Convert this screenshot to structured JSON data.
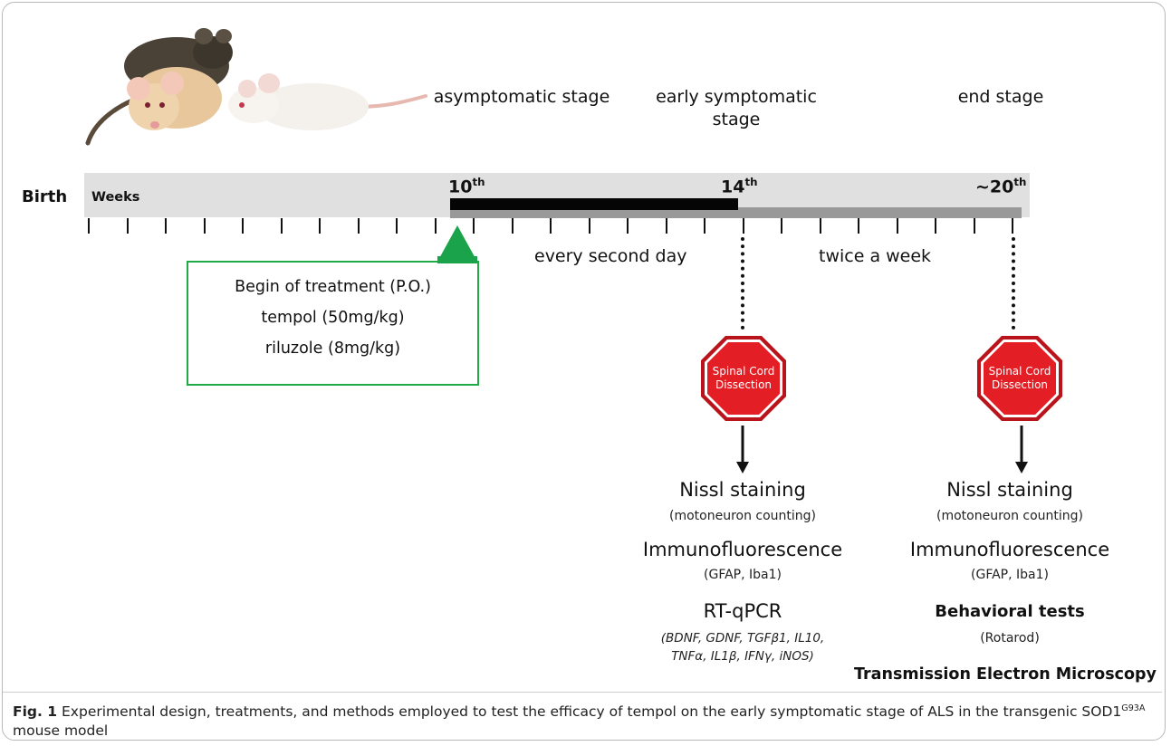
{
  "stages": {
    "asymptomatic": "asymptomatic stage",
    "early_symptomatic": "early symptomatic stage",
    "end": "end stage"
  },
  "timeline": {
    "birth_label": "Birth",
    "weeks_label": "Weeks",
    "week10": "10",
    "week14": "14",
    "week20_prefix": "~20",
    "ordinal_suffix": "th",
    "tick_count": 25
  },
  "frequency": {
    "first_phase": "every second day",
    "second_phase": "twice a week"
  },
  "treatment_box": {
    "line1": "Begin of treatment (P.O.)",
    "line2": "tempol (50mg/kg)",
    "line3": "riluzole (8mg/kg)"
  },
  "stop_sign": {
    "line1": "Spinal Cord",
    "line2": "Dissection"
  },
  "left_methods": {
    "nissl": "Nissl staining",
    "nissl_sub": "(motoneuron counting)",
    "immuno": "Immunofluorescence",
    "immuno_sub": "(GFAP, Iba1)",
    "rtqpcr": "RT-qPCR",
    "rtqpcr_sub1": "(BDNF, GDNF, TGFβ1, IL10,",
    "rtqpcr_sub2": "TNFα, IL1β, IFNγ, iNOS)"
  },
  "right_methods": {
    "nissl": "Nissl staining",
    "nissl_sub": "(motoneuron counting)",
    "immuno": "Immunofluorescence",
    "immuno_sub": "(GFAP, Iba1)",
    "behavior": "Behavioral tests",
    "behavior_sub": "(Rotarod)",
    "tem": "Transmission Electron Microscopy"
  },
  "caption": {
    "fig_label": "Fig. 1",
    "text_part1": "Experimental design, treatments, and methods employed to test the efficacy of tempol on the early symptomatic stage of ALS in the transgenic SOD1",
    "superscript": "G93A",
    "text_part2": "mouse model"
  },
  "colors": {
    "timeline_bg": "#e0e0e0",
    "treatment_bar": "#050505",
    "followup_bar": "#999999",
    "box_border": "#22aa44",
    "triangle": "#1aa34a",
    "stop_fill": "#e31e24"
  }
}
